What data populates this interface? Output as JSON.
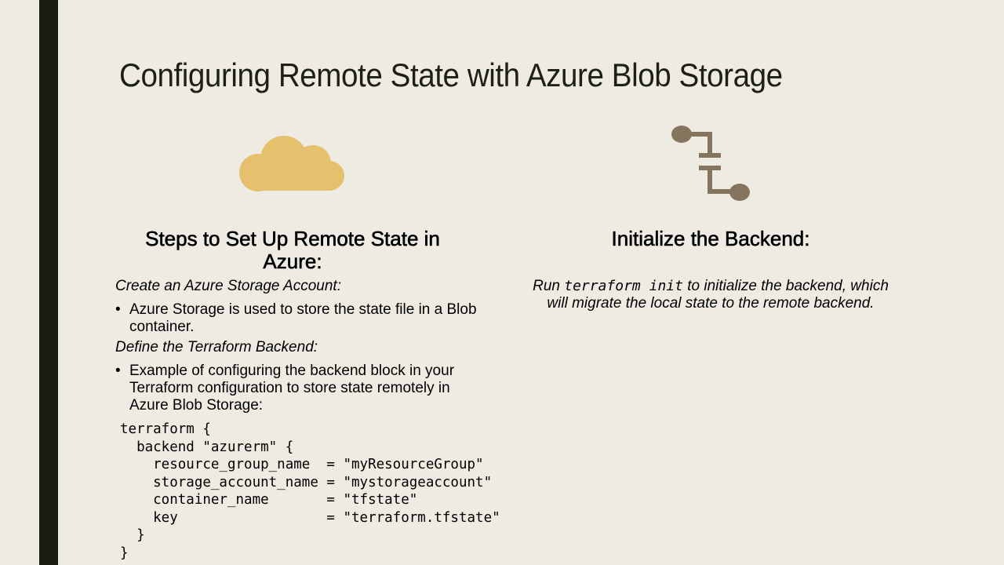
{
  "slide": {
    "title": "Configuring Remote State with Azure Blob Storage",
    "colors": {
      "background": "#eeebe2",
      "accent_bar": "#1b1c11",
      "cloud_icon": "#e5c06d",
      "branch_icon": "#85755e"
    }
  },
  "icons": {
    "left": "cloud-icon",
    "right": "branch-icon"
  },
  "left_column": {
    "heading": "Steps to Set Up Remote State in Azure:",
    "steps": [
      {
        "label": "Create an Azure Storage Account:",
        "bullet": "Azure Storage is used to store the state file in a Blob container."
      },
      {
        "label": "Define the Terraform Backend:",
        "bullet": "Example of configuring the backend block in your Terraform configuration to store state remotely in Azure Blob Storage:"
      }
    ],
    "bullet_glyph": "•",
    "code": "terraform {\n  backend \"azurerm\" {\n    resource_group_name  = \"myResourceGroup\"\n    storage_account_name = \"mystorageaccount\"\n    container_name       = \"tfstate\"\n    key                  = \"terraform.tfstate\"\n  }\n}"
  },
  "right_column": {
    "heading": "Initialize the Backend:",
    "text_before": "Run ",
    "command": "terraform init",
    "text_after": " to initialize the backend, which will migrate the local state to the remote backend."
  }
}
